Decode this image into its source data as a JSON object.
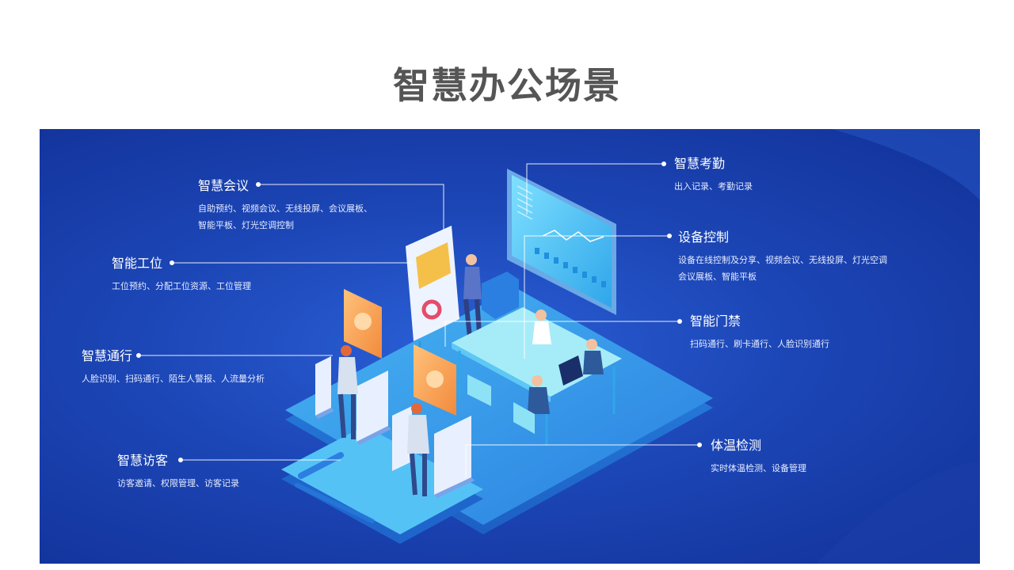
{
  "page": {
    "title": "智慧办公场景"
  },
  "colors": {
    "panel_dark": "#123198",
    "panel_mid": "#1c46b6",
    "accent_light": "#5ec8f5",
    "accent_orange": "#f6a04e"
  },
  "features": {
    "meeting": {
      "title": "智慧会议",
      "desc_line1": "自助预约、视频会议、无线投屏、会议展板、",
      "desc_line2": "智能平板、灯光空调控制"
    },
    "workstation": {
      "title": "智能工位",
      "desc": "工位预约、分配工位资源、工位管理"
    },
    "access": {
      "title": "智慧通行",
      "desc": "人脸识别、扫码通行、陌生人警报、人流量分析"
    },
    "visitor": {
      "title": "智慧访客",
      "desc": "访客邀请、权限管理、访客记录"
    },
    "attendance": {
      "title": "智慧考勤",
      "desc": "出入记录、考勤记录"
    },
    "device": {
      "title": "设备控制",
      "desc_line1": "设备在线控制及分享、视频会议、无线投屏、灯光空调",
      "desc_line2": "会议展板、智能平板"
    },
    "door": {
      "title": "智能门禁",
      "desc": "扫码通行、刷卡通行、人脸识别通行"
    },
    "temperature": {
      "title": "体温检测",
      "desc": "实时体温检测、设备管理"
    }
  }
}
